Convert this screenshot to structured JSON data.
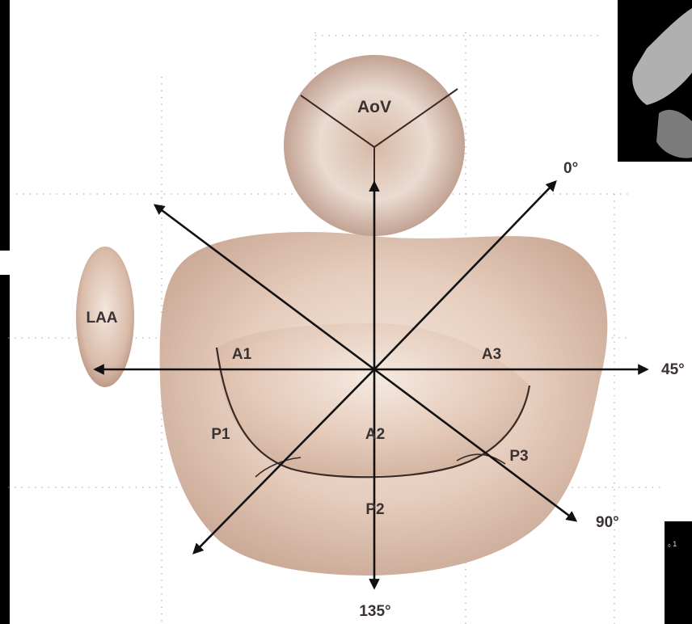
{
  "diagram": {
    "structures": {
      "aortic_valve": "AoV",
      "left_atrial_appendage": "LAA"
    },
    "scallops": [
      "A1",
      "A2",
      "A3",
      "P1",
      "P2",
      "P3"
    ],
    "angles": [
      "0°",
      "45°",
      "90°",
      "135°"
    ]
  },
  "colors": {
    "tissue_light": "#efe1d6",
    "tissue_mid": "#d8bba9",
    "tissue_dark": "#a98979",
    "arrow": "#111111",
    "label": "#3a3232",
    "grid_dots": "#9a9a9a",
    "echo_panel": "#000000"
  }
}
